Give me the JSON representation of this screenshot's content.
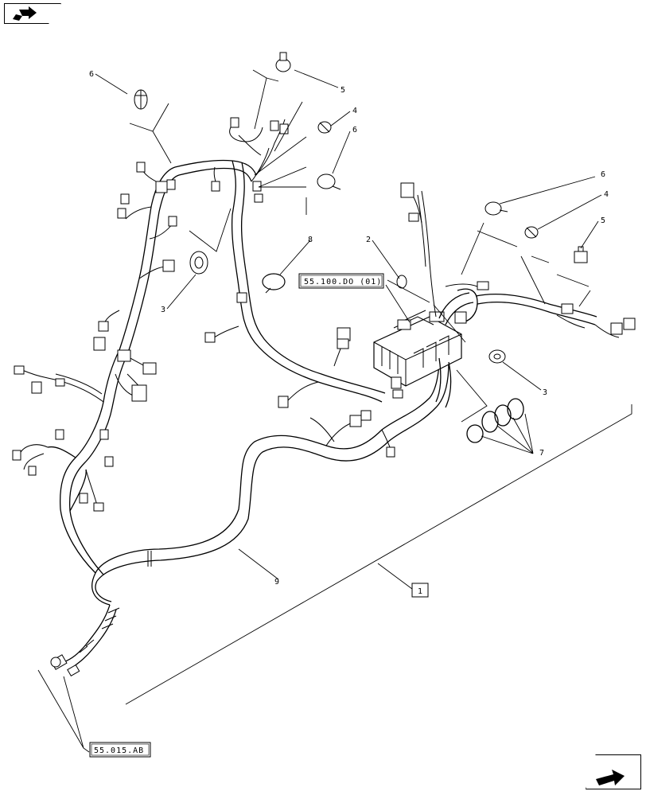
{
  "nav": {
    "prev_icon": "back-arrow-icon",
    "next_icon": "forward-arrow-icon"
  },
  "callouts": {
    "c1": "1",
    "c2": "2",
    "c3a": "3",
    "c3b": "3",
    "c4a": "4",
    "c4b": "4",
    "c5a": "5",
    "c5b": "5",
    "c6a": "6",
    "c6b": "6",
    "c6c": "6",
    "c7": "7",
    "c8": "8",
    "c9": "9"
  },
  "refs": {
    "fuse_box_ref": "55.100.DO (01)",
    "connector_ref": "55.015.AB"
  }
}
